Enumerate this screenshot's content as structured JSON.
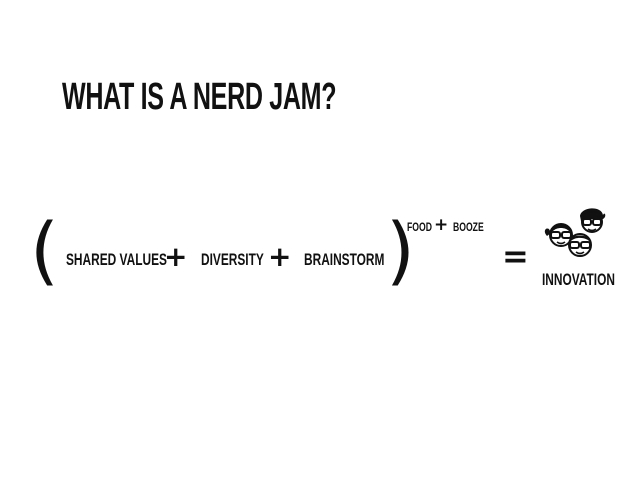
{
  "title": "WHAT IS A NERD JAM?",
  "equation": {
    "open_paren": "(",
    "close_paren": ")",
    "terms": [
      "SHARED VALUES",
      "DIVERSITY",
      "BRAINSTORM"
    ],
    "operators": {
      "plus": "+",
      "equals": "="
    },
    "exponent": {
      "left": "FOOD",
      "right": "BOOZE"
    },
    "result": "INNOVATION"
  },
  "colors": {
    "text": "#111111",
    "background": "#ffffff"
  },
  "icons": {
    "result_icon": "nerd-faces-icon"
  }
}
